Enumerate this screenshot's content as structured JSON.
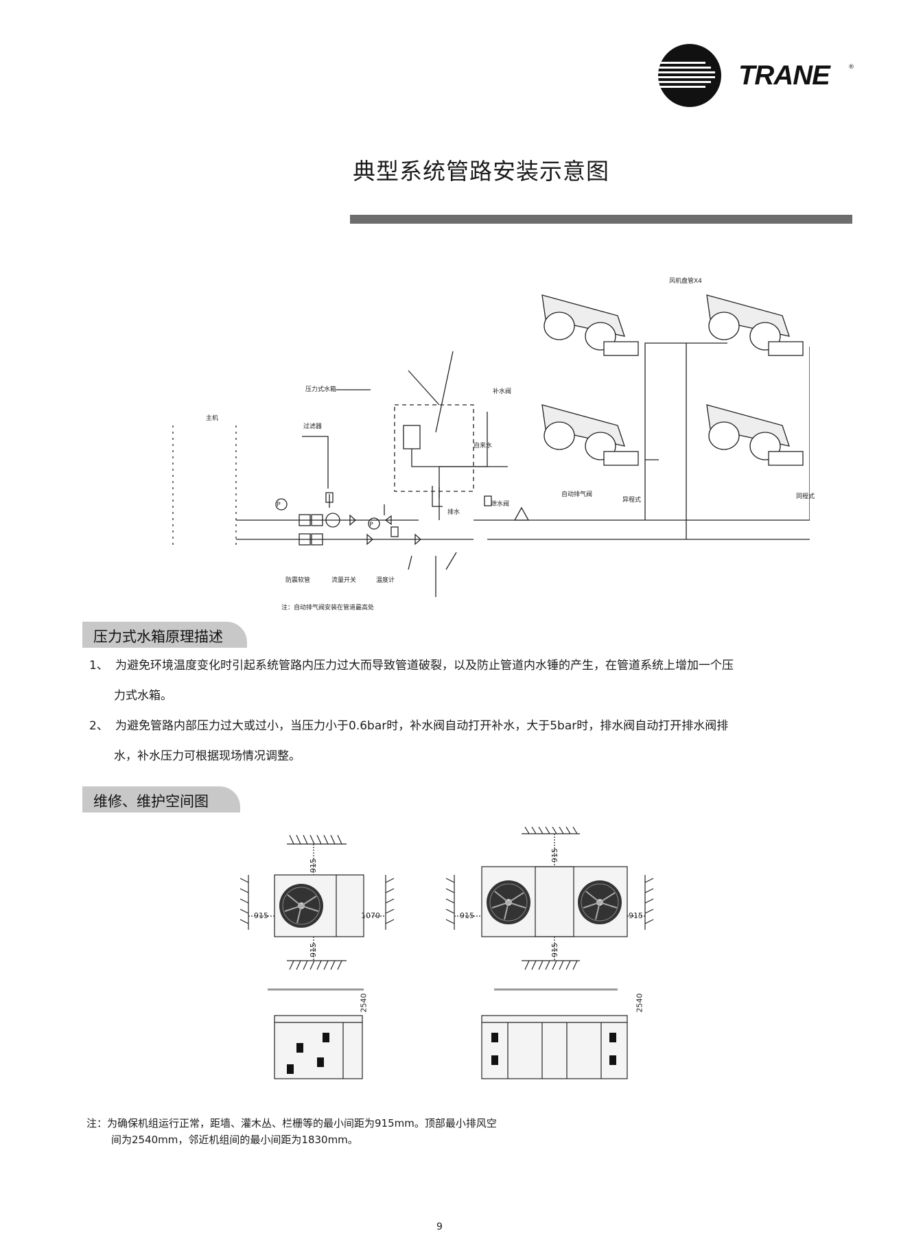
{
  "brand": {
    "name": "TRANE",
    "registered_mark": "®"
  },
  "page_title": "典型系统管路安装示意图",
  "piping_diagram": {
    "labels": {
      "main_unit": "主机",
      "filter": "过滤器",
      "expansion_tank": "压力式水箱",
      "makeup_valve": "补水阀",
      "city_water": "自来水",
      "drain": "排水",
      "relief_valve": "泄水阀",
      "auto_air_vent": "自动排气阀",
      "fcu_group": "风机盘管X4",
      "return_type_left": "异程式",
      "return_type_right": "同程式",
      "flexible_joint": "防震软管",
      "flow_switch": "流量开关",
      "thermometer": "温度计",
      "note": "注：自动排气阀安装在管道最高处"
    },
    "gauge_letter": "P"
  },
  "section1": {
    "heading": "压力式水箱原理描述",
    "items": [
      {
        "num": "1、",
        "line1": "为避免环境温度变化时引起系统管路内压力过大而导致管道破裂，以及防止管道内水锤的产生，在管道系统上增加一个压",
        "line2": "力式水箱。"
      },
      {
        "num": "2、",
        "line1": "为避免管路内部压力过大或过小，当压力小于0.6bar时，补水阀自动打开补水，大于5bar时，排水阀自动打开排水阀排",
        "line2": "水，补水压力可根据现场情况调整。"
      }
    ]
  },
  "section2": {
    "heading": "维修、维护空间图",
    "dims": {
      "left_top": "915",
      "left_left": "915",
      "left_right": "1070",
      "left_bottom": "915",
      "right_top": "915",
      "right_left": "915",
      "right_right": "915",
      "right_bottom": "915",
      "height_left": "2540",
      "height_right": "2540"
    }
  },
  "note": {
    "line1": "注：为确保机组运行正常，距墙、灌木丛、栏栅等的最小间距为915mm。顶部最小排风空",
    "line2": "间为2540mm，邻近机组间的最小间距为1830mm。"
  },
  "page_number": "9",
  "colors": {
    "title_bar": "#6d6d6d",
    "section_tab": "#c8c8c8",
    "ink": "#1a1a1a"
  }
}
